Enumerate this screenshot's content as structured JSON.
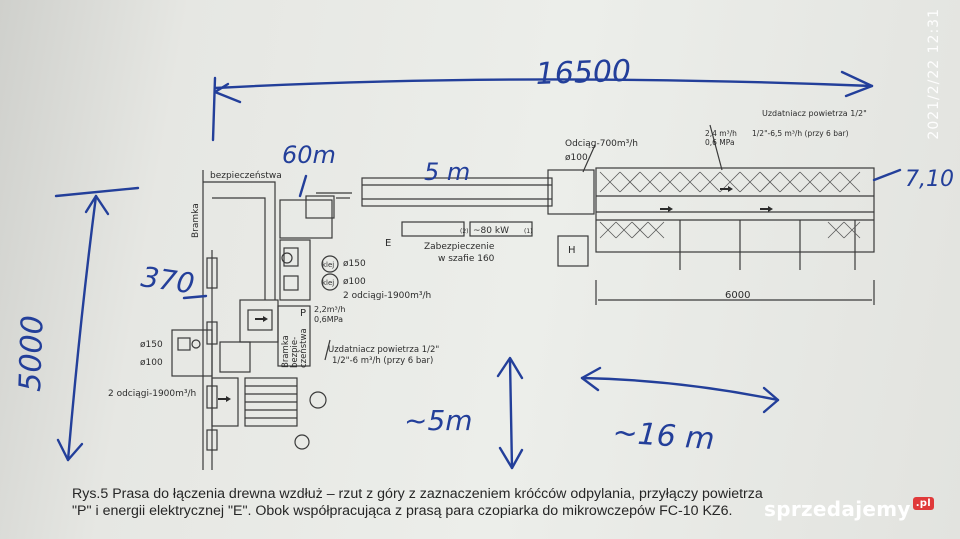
{
  "handwritten": {
    "total_length": "16500",
    "width_60": "60m",
    "length_5": "5 m",
    "right_710": "7,10",
    "depth_370": "370",
    "left_side": "5000",
    "approx_5m": "~5m",
    "approx_16m": "~16 m"
  },
  "printed": {
    "bezpieczenstwa": "bezpieczeństwa",
    "bramka": "Bramka",
    "bramka_bezp_1": "Bramka",
    "bramka_bezp_2": "bezpie-",
    "bramka_bezp_3": "czeństwa",
    "odciag_top": "Odciąg-700m³/h",
    "d100_top": "ø100",
    "air_top_1": "Uzdatniacz powietrza 1/2\"",
    "air_top_2": "2,4 m³/h",
    "air_top_3": "0,6 MPa",
    "air_top_4": "1/2\"-6,5 m³/h (przy 6 bar)",
    "e_label": "E",
    "kw_label": "~80 kW",
    "zabezp_1": "Zabezpieczenie",
    "zabezp_2": "w szafie 160",
    "h_label": "H",
    "d150_mid": "ø150",
    "d100_mid": "ø100",
    "odciagi_mid": "2 odciągi-1900m³/h",
    "p_label": "P",
    "p_val_1": "2,2m³/h",
    "p_val_2": "0,6MPa",
    "air_mid_1": "Uzdatniacz powietrza 1/2\"",
    "air_mid_2": "1/2\"-6 m³/h (przy 6 bar)",
    "d150_left": "ø150",
    "d100_left": "ø100",
    "odciagi_left": "2 odciągi-1900m³/h",
    "dim_6000": "6000",
    "klej_1": "klej",
    "klej_2": "klej",
    "bracket_1": "(2)",
    "bracket_2": "(1)"
  },
  "caption": {
    "line1": "Rys.5 Prasa do łączenia drewna wzdłuż – rzut z góry z zaznaczeniem króćców odpylania, przyłączy powietrza",
    "line2": "\"P\" i energii elektrycznej \"E\". Obok współpracująca z prasą para czopiarka do mikrowczepów FC-10 KZ6."
  },
  "overlay": {
    "date": "2021/2/22 12:31",
    "logo": "sprzedajemy",
    "logo_badge": ".pl"
  },
  "colors": {
    "ink": "#2c2c2c",
    "pen": "#233f9a"
  }
}
